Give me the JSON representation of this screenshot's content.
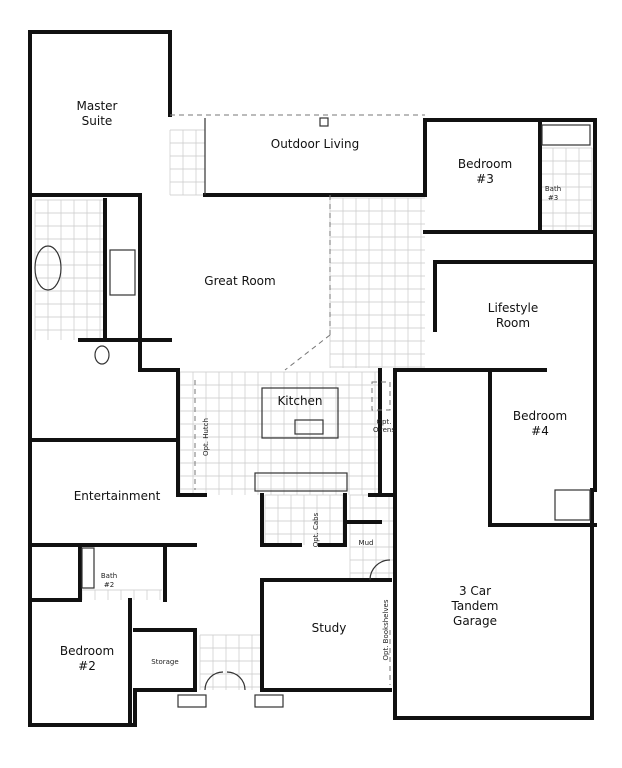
{
  "rooms": {
    "master_suite": [
      "Master",
      "Suite"
    ],
    "outdoor_living": "Outdoor Living",
    "bedroom3": [
      "Bedroom",
      "#3"
    ],
    "bath3": [
      "Bath",
      "#3"
    ],
    "great_room": "Great Room",
    "lifestyle_room": [
      "Lifestyle",
      "Room"
    ],
    "kitchen": "Kitchen",
    "opt_hutch": "Opt. Hutch",
    "opt_ovens": [
      "Opt.",
      "Ovens"
    ],
    "bedroom4": [
      "Bedroom",
      "#4"
    ],
    "entertainment": "Entertainment",
    "opt_cabs": "Opt. Cabs",
    "mud": "Mud",
    "bath2": [
      "Bath",
      "#2"
    ],
    "garage": [
      "3 Car",
      "Tandem",
      "Garage"
    ],
    "study": "Study",
    "opt_bookshelves": "Opt. Bookshelves",
    "bedroom2": [
      "Bedroom",
      "#2"
    ],
    "storage": "Storage"
  }
}
